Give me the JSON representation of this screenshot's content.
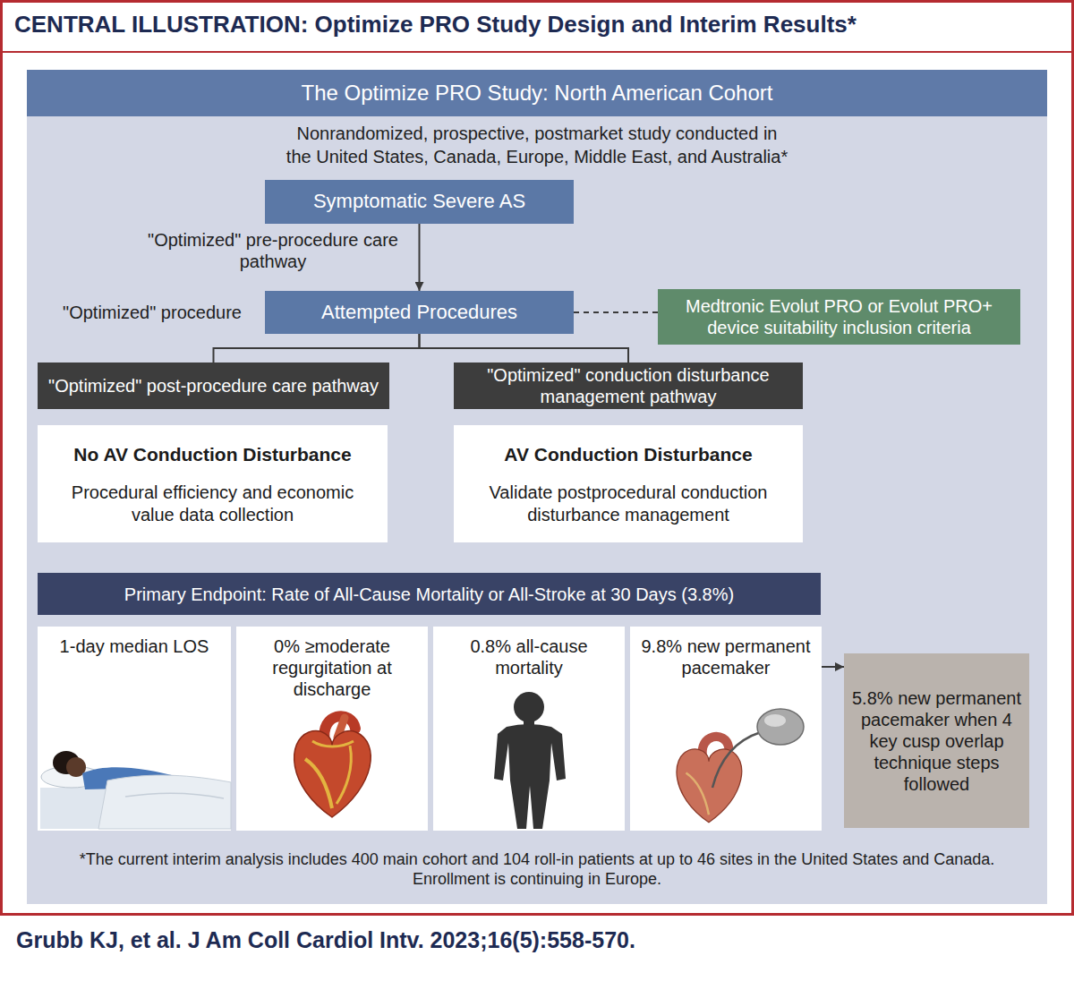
{
  "diagram": {
    "title": "CENTRAL ILLUSTRATION: Optimize PRO Study Design and Interim Results*",
    "caption": "Grubb KJ, et al. J Am Coll Cardiol Intv. 2023;16(5):558-570.",
    "nodes": [
      {
        "text": [
          "The Optimize PRO Study: North American Cohort",
          "Nonrandomized, prospective, postmarket study conducted in the United States, Canada, Europe, Middle East, and Australia*"
        ]
      },
      {
        "text": [
          "Symptomatic Severe AS"
        ],
        "in": 0
      },
      {
        "text": [
          "Attempted Procedures"
        ],
        "in": 0
      },
      {
        "text": [
          "Medtronic Evolut PRO or Evolut PRO+ device suitability inclusion criteria"
        ],
        "in": 0
      },
      {
        "text": [
          "\"Optimized\" post-procedure care pathway"
        ],
        "in": 0
      },
      {
        "text": [
          "\"Optimized\" conduction disturbance management pathway"
        ],
        "in": 0
      },
      {
        "text": [
          "No AV Conduction Disturbance",
          "Procedural efficiency and economic value data collection"
        ],
        "in": 0
      },
      {
        "text": [
          "AV Conduction Disturbance",
          "Validate postprocedural conduction disturbance management"
        ],
        "in": 0
      },
      {
        "text": [
          "Primary Endpoint: Rate of All-Cause Mortality or All-Stroke at 30 Days (3.8%)"
        ],
        "in": 0
      },
      {
        "text": [
          "1-day median LOS"
        ],
        "in": 0
      },
      {
        "text": [
          "0% ≥moderate regurgitation at discharge"
        ],
        "in": 0
      },
      {
        "text": [
          "0.8% all-cause mortality"
        ],
        "in": 0
      },
      {
        "text": [
          "9.8% new permanent pacemaker"
        ],
        "in": 0
      },
      {
        "text": [
          "5.8% new permanent pacemaker when 4 key cusp overlap technique steps followed"
        ],
        "in": 0
      }
    ],
    "edges": [
      {
        "from": 1,
        "to": 2,
        "arrow": "to"
      },
      {
        "from": 2,
        "to": 3,
        "arrow": "none"
      },
      {
        "from": 2,
        "to": 4,
        "arrow": "none"
      },
      {
        "from": 2,
        "to": 5,
        "arrow": "none"
      },
      {
        "from": 12,
        "to": 13,
        "arrow": "to"
      }
    ],
    "labels": [
      "\"Optimized\" pre-procedure care pathway",
      "\"Optimized\" procedure",
      "*The current interim analysis includes 400 main cohort and 104 roll-in patients at up to 46 sites in the United States and Canada. Enrollment is continuing in Europe."
    ]
  }
}
